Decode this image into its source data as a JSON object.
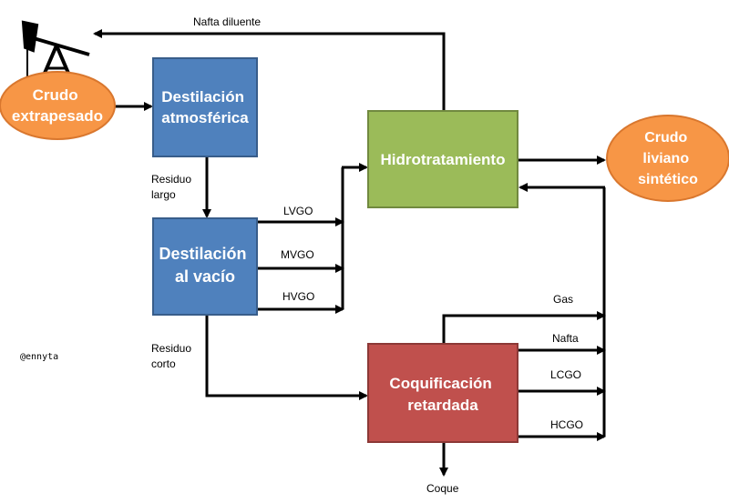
{
  "nodes": {
    "crudo_extrapesado": [
      "Crudo",
      "extrapesado"
    ],
    "destilacion_atmosferica": [
      "Destilación",
      "atmosférica"
    ],
    "destilacion_vacio": [
      "Destilación",
      "al vacío"
    ],
    "hidrotratamiento": [
      "Hidrotratamiento"
    ],
    "coquificacion": [
      "Coquificación",
      "retardada"
    ],
    "crudo_liviano": [
      "Crudo",
      "liviano",
      "sintético"
    ]
  },
  "edges": {
    "nafta_diluente": "Nafta diluente",
    "residuo_largo": [
      "Residuo",
      "largo"
    ],
    "lvgo": "LVGO",
    "mvgo": "MVGO",
    "hvgo": "HVGO",
    "residuo_corto": [
      "Residuo",
      "corto"
    ],
    "gas": "Gas",
    "nafta": "Nafta",
    "lcgo": "LCGO",
    "hcgo": "HCGO",
    "coque": "Coque"
  },
  "signature": "@ennyta",
  "colors": {
    "orange": "#F79646",
    "orange_border": "#D9772E",
    "blue": "#4F81BD",
    "blue_border": "#385D8A",
    "green": "#9BBB59",
    "green_border": "#71893F",
    "red": "#C0504D",
    "red_border": "#8C3836"
  },
  "icons": [
    "oil-pump-icon"
  ]
}
